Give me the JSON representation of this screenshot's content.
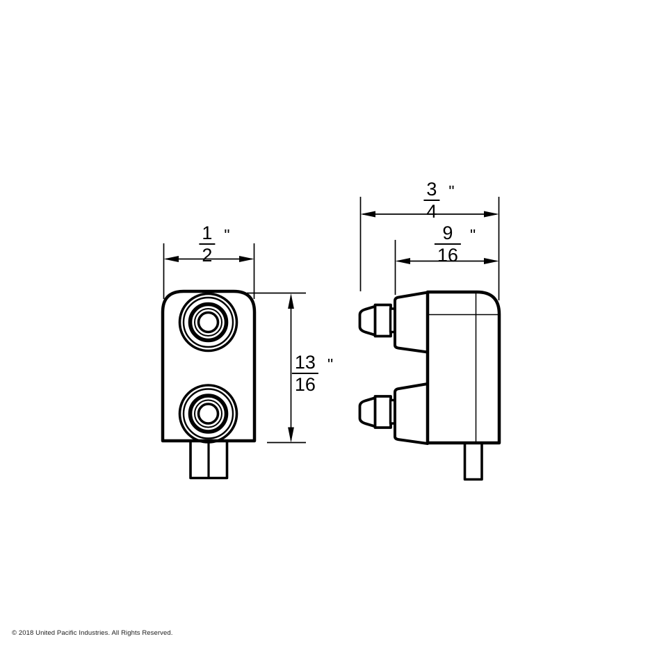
{
  "dimensions": {
    "front_width": {
      "num": "1",
      "den": "2",
      "unit": "\""
    },
    "front_height": {
      "num": "13",
      "den": "16",
      "unit": "\""
    },
    "side_depth_overall": {
      "num": "3",
      "den": "4",
      "unit": "\""
    },
    "side_depth_body": {
      "num": "9",
      "den": "16",
      "unit": "\""
    }
  },
  "footer": {
    "copyright": "© 2018 United Pacific Industries. All Rights Reserved."
  },
  "colors": {
    "line": "#000000",
    "background": "#ffffff"
  }
}
